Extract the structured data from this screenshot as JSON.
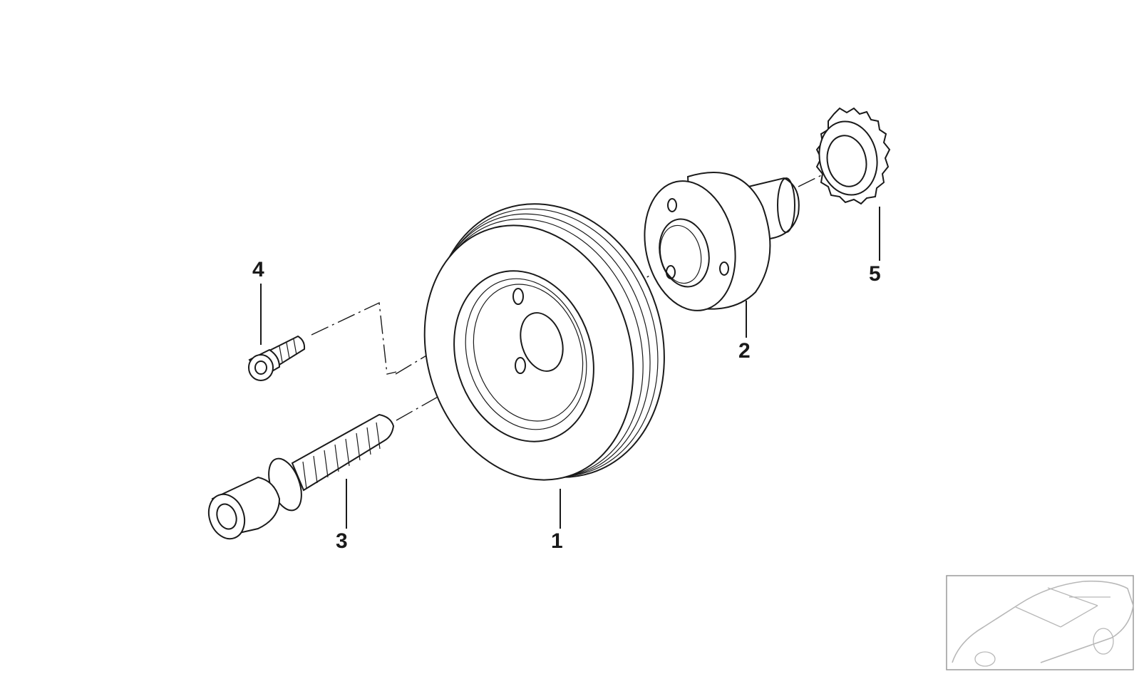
{
  "callouts": [
    {
      "id": "1",
      "label": "1"
    },
    {
      "id": "2",
      "label": "2"
    },
    {
      "id": "3",
      "label": "3"
    },
    {
      "id": "4",
      "label": "4"
    },
    {
      "id": "5",
      "label": "5"
    }
  ],
  "parts": [
    {
      "callout": "1",
      "icon": "vibration-damper-pulley-icon"
    },
    {
      "callout": "2",
      "icon": "hub-icon"
    },
    {
      "callout": "3",
      "icon": "central-bolt-icon"
    },
    {
      "callout": "4",
      "icon": "socket-head-screw-icon"
    },
    {
      "callout": "5",
      "icon": "sprocket-icon"
    }
  ],
  "thumbnail": {
    "icon": "car-outline-icon"
  }
}
